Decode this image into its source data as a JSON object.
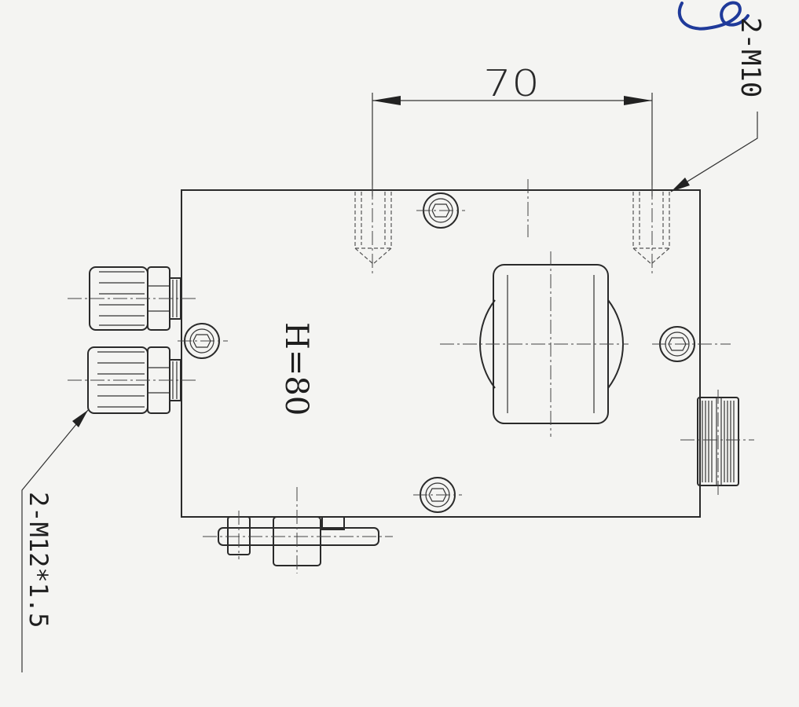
{
  "dimensions": {
    "hole_spacing": "70",
    "height": "H=80",
    "mounting_holes": "2-M10",
    "port_threads": "2-M12*1.5"
  },
  "signature": {
    "color": "#1f3a9a"
  }
}
